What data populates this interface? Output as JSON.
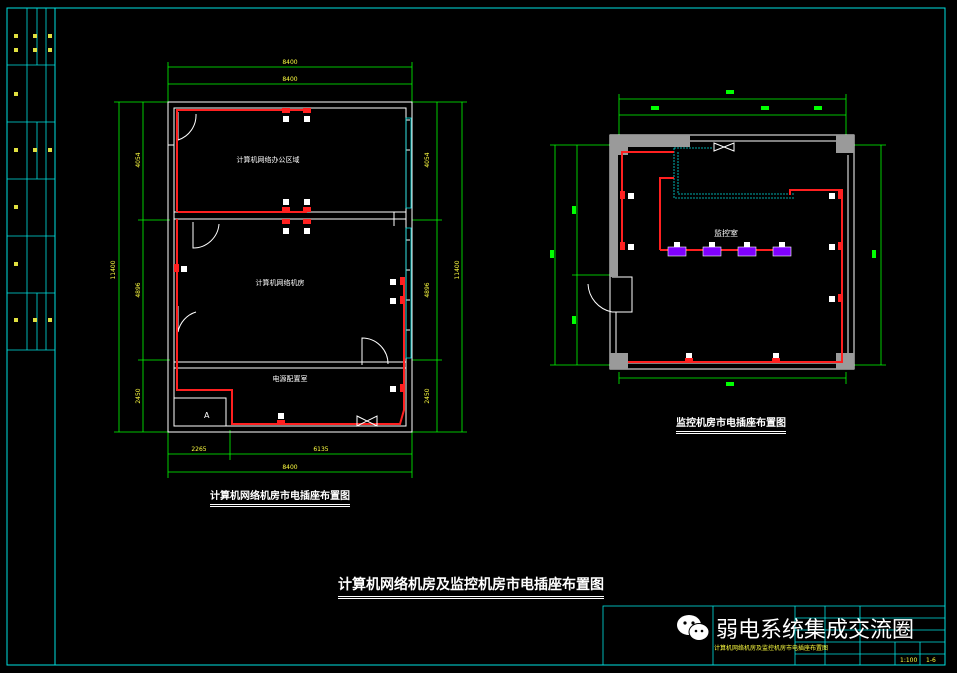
{
  "plan_left": {
    "caption": "计算机网络机房市电插座布置图",
    "dims_top": [
      "8400",
      "8400"
    ],
    "dims_bottom_parts": [
      "2265",
      "6135"
    ],
    "dim_bottom_total": "8400",
    "dims_left_parts": [
      "4054",
      "4896",
      "2450"
    ],
    "dim_left_total": "11400",
    "dims_right_parts": [
      "4054",
      "4896",
      "2450"
    ],
    "dim_right_total": "11400",
    "room_labels": [
      "计算机网络办公区域",
      "计算机网络机房",
      "电源配置室"
    ]
  },
  "plan_right": {
    "caption": "监控机房市电插座布置图",
    "room_label": "监控室"
  },
  "main_title": "计算机网络机房及监控机房市电插座布置图",
  "title_block": {
    "drawing_name": "计算机网络机房及监控机房市电插座布置图",
    "scale": "1:100",
    "sheet": "1-6"
  },
  "watermark": {
    "text": "弱电系统集成交流圈",
    "icon": "wechat-icon"
  },
  "colors": {
    "frame": "#00e0e0",
    "dimension": "#00ff00",
    "wire": "#ff2020",
    "wall": "#ffffff",
    "column": "#808080",
    "device": "#8000ff"
  }
}
